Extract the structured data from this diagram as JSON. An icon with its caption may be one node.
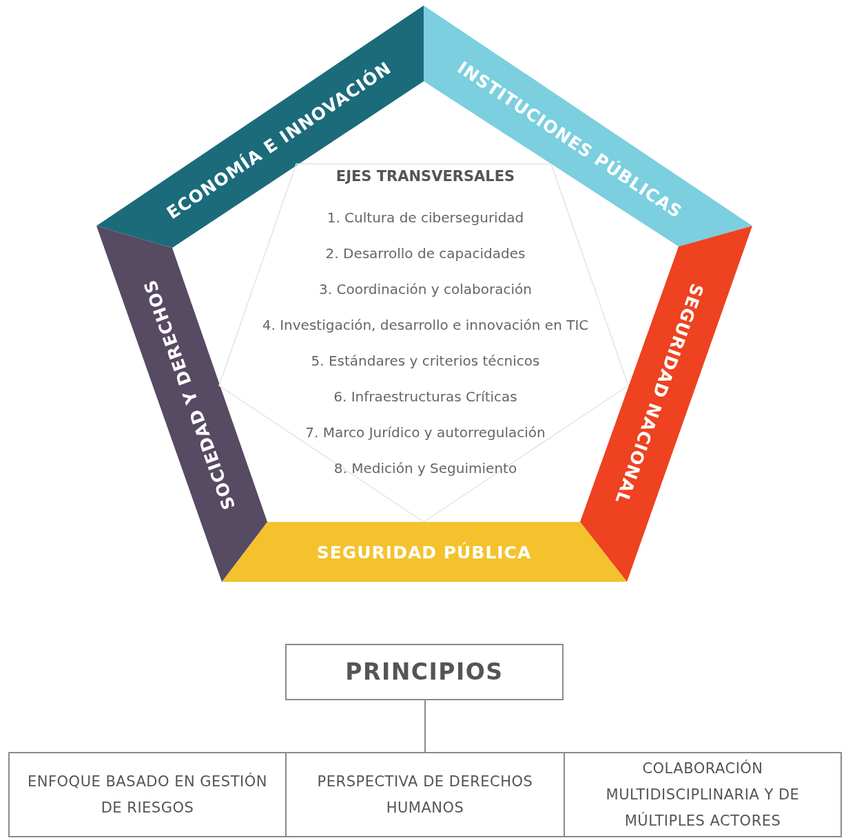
{
  "diagram": {
    "nodes": [
      {
        "text": [
          "ECONOMÍA E INNOVACIÓN"
        ]
      },
      {
        "text": [
          "INSTITUCIONES PÚBLICAS"
        ]
      },
      {
        "text": [
          "SEGURIDAD NACIONAL"
        ]
      },
      {
        "text": [
          "SEGURIDAD PÚBLICA"
        ]
      },
      {
        "text": [
          "SOCIEDAD Y DERECHOS"
        ]
      },
      {
        "text": [
          "EJES TRANSVERSALES",
          "1. Cultura de ciberseguridad",
          "2. Desarrollo de capacidades",
          "3. Coordinación y colaboración",
          "4. Investigación, desarrollo e innovación en TIC",
          "5. Estándares y criterios técnicos",
          "6. Infraestructuras Críticas",
          "7. Marco Jurídico y autorregulación",
          "8. Medición y Seguimiento"
        ]
      },
      {
        "text": [
          "PRINCIPIOS"
        ]
      },
      {
        "text": [
          "ENFOQUE BASADO EN GESTIÓN DE RIESGOS"
        ]
      },
      {
        "text": [
          "PERSPECTIVA DE DERECHOS HUMANOS"
        ]
      },
      {
        "text": [
          "COLABORACIÓN MULTIDISCIPLINARIA Y DE MÚLTIPLES ACTORES"
        ]
      }
    ],
    "edges": [
      {
        "from": 6,
        "to": 8,
        "arrow": "none"
      }
    ]
  }
}
